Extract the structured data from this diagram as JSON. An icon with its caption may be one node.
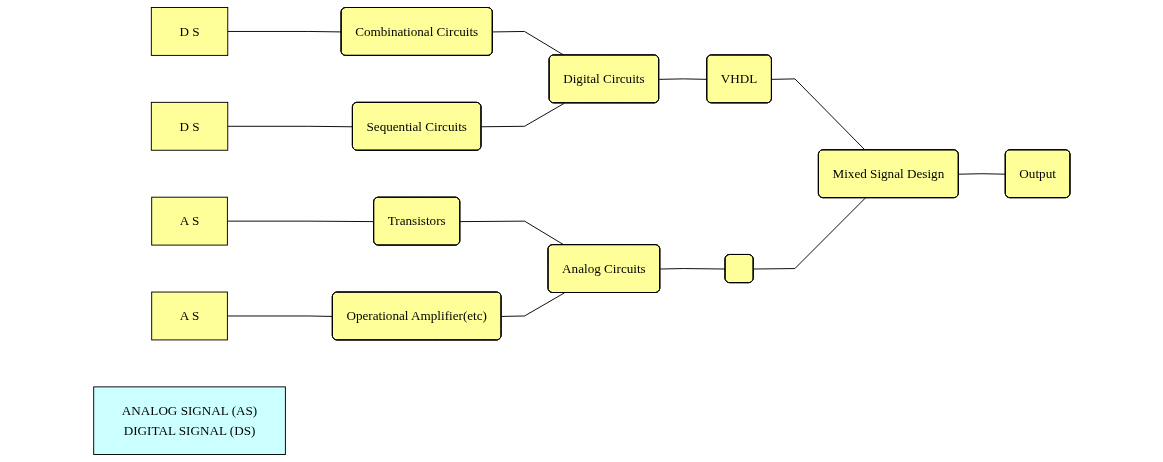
{
  "diagram": {
    "nodes": [
      {
        "text": [
          "D S"
        ]
      },
      {
        "text": [
          "D S"
        ]
      },
      {
        "text": [
          "A S"
        ]
      },
      {
        "text": [
          "A S"
        ]
      },
      {
        "text": [
          "Combinational Circuits"
        ]
      },
      {
        "text": [
          "Sequential Circuits"
        ]
      },
      {
        "text": [
          "Transistors"
        ]
      },
      {
        "text": [
          "Operational Amplifier(etc)"
        ]
      },
      {
        "text": [
          "Digital Circuits"
        ]
      },
      {
        "text": [
          "Analog Circuits"
        ]
      },
      {
        "text": [
          "VHDL"
        ]
      },
      {
        "text": [],
        "shape": "box"
      },
      {
        "text": [
          "Mixed Signal Design"
        ]
      },
      {
        "text": [
          "Output"
        ]
      },
      {
        "text": [
          "ANALOG SIGNAL (AS)",
          "DIGITAL SIGNAL (DS)"
        ]
      }
    ],
    "edges": [
      {
        "from": 0,
        "to": 4,
        "arrow": "none"
      },
      {
        "from": 1,
        "to": 5,
        "arrow": "none"
      },
      {
        "from": 2,
        "to": 6,
        "arrow": "none"
      },
      {
        "from": 3,
        "to": 7,
        "arrow": "none"
      },
      {
        "from": 4,
        "to": 8,
        "arrow": "none"
      },
      {
        "from": 5,
        "to": 8,
        "arrow": "none"
      },
      {
        "from": 6,
        "to": 9,
        "arrow": "none"
      },
      {
        "from": 7,
        "to": 9,
        "arrow": "none"
      },
      {
        "from": 8,
        "to": 10,
        "arrow": "none"
      },
      {
        "from": 9,
        "to": 11,
        "arrow": "none"
      },
      {
        "from": 10,
        "to": 12,
        "arrow": "none"
      },
      {
        "from": 11,
        "to": 12,
        "arrow": "none"
      },
      {
        "from": 12,
        "to": 13,
        "arrow": "none"
      }
    ]
  }
}
